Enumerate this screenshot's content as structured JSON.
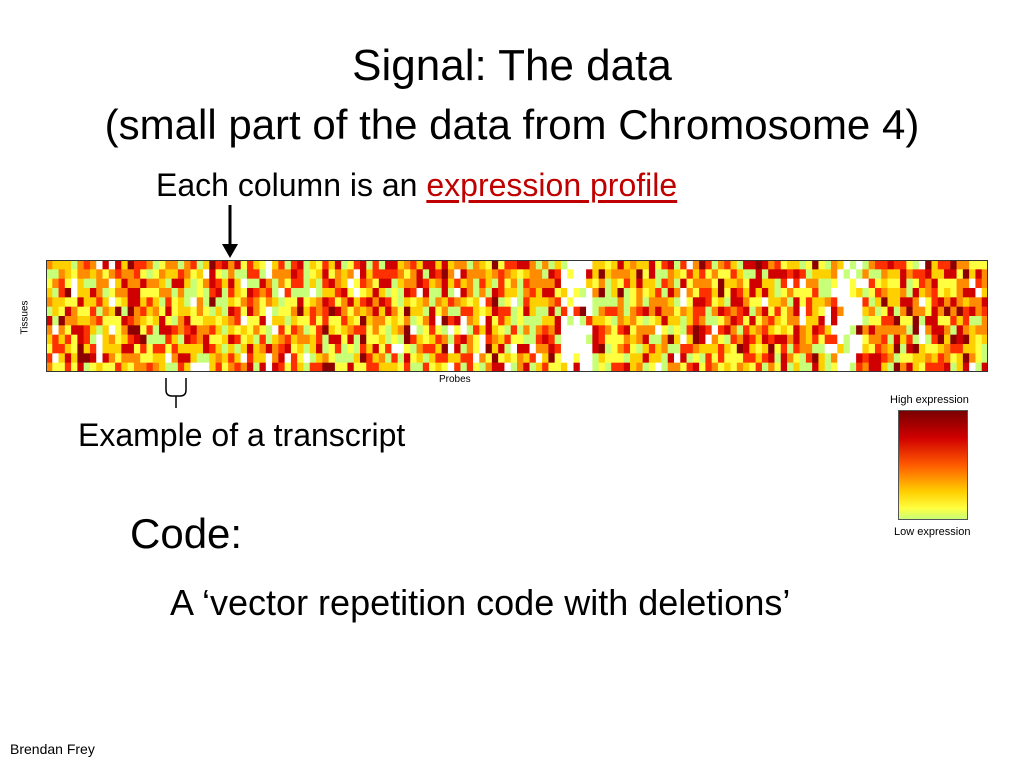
{
  "slide": {
    "title": "Signal: The data",
    "subtitle": "(small part of the data from Chromosome 4)",
    "profile_prefix": "Each column is an ",
    "profile_link": "expression profile",
    "transcript_label": "Example of a transcript",
    "code_title": "Code:",
    "code_body": "A ‘vector repetition code with deletions’",
    "author": "Brendan Frey"
  },
  "figure": {
    "ylabel": "Tissues",
    "xlabel": "Probes",
    "legend_high": "High expression",
    "legend_low": "Low expression"
  },
  "colors": {
    "link": "#c00000",
    "scale": [
      "#ffffff",
      "#c8ff78",
      "#ffff40",
      "#ffd000",
      "#ff8c00",
      "#ff3000",
      "#d00000",
      "#8b0000"
    ]
  },
  "chart_data": {
    "type": "heatmap",
    "rows": 12,
    "columns": 150
  }
}
